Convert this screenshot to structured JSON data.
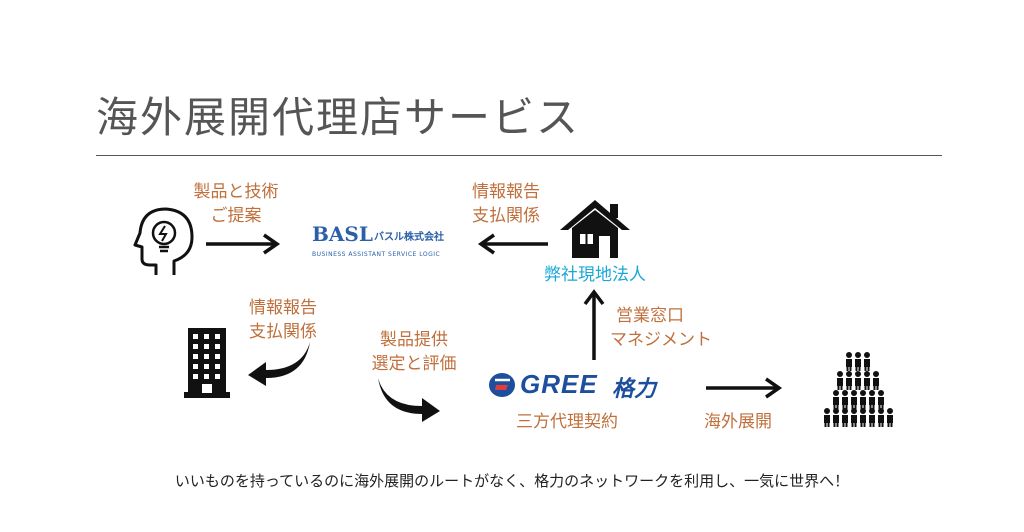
{
  "title": "海外展開代理店サービス",
  "labels": {
    "proposal": [
      "製品と技術",
      "ご提案"
    ],
    "report_top": [
      "情報報告",
      "支払関係"
    ],
    "local_entity": "弊社現地法人",
    "report_left": [
      "情報報告",
      "支払関係"
    ],
    "supply": [
      "製品提供",
      "選定と評価"
    ],
    "management": [
      "営業窓口",
      "マネジメント"
    ],
    "contract": "三方代理契約",
    "overseas": "海外展開"
  },
  "basl": {
    "name": "BASL",
    "kana": "バスル株式会社",
    "sub": "BUSINESS ASSISTANT SERVICE LOGIC"
  },
  "gree": {
    "name": "GREE",
    "cn": "格力"
  },
  "footer": "いいものを持っているのに海外展開のルートがなく、格力のネットワークを利用し、一気に世界へ！",
  "colors": {
    "label": "#c0703c",
    "local": "#1aa7d8",
    "basl": "#2b5fa8",
    "gree": "#1d4f9e"
  }
}
